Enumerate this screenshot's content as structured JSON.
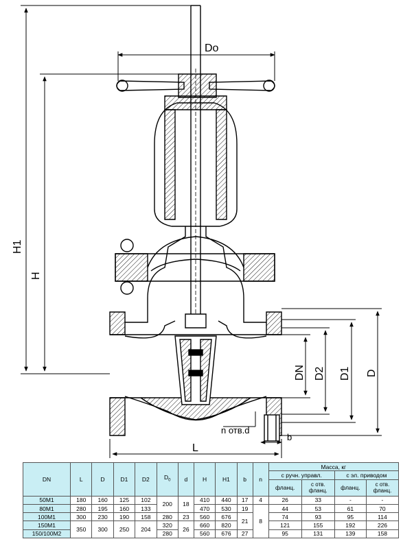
{
  "drawing": {
    "labels": {
      "do": "Do",
      "h1": "H1",
      "h": "H",
      "dn": "DN",
      "d2": "D2",
      "d1": "D1",
      "d": "D",
      "holes": "n отв.d",
      "b": "b",
      "l": "L"
    },
    "line_color": "#000000"
  },
  "table": {
    "headers": {
      "dn": "DN",
      "l": "L",
      "d": "D",
      "d1": "D1",
      "d2": "D2",
      "d0": "D",
      "d0_sub": "0",
      "small_d": "d",
      "h": "H",
      "h1": "H1",
      "b": "b",
      "n": "n",
      "mass": "Масса, кг",
      "manual": "с ручн. управл.",
      "electric": "с эл. приводом",
      "flanged_1": "фланц.",
      "counter_flanged_1": "с отв. фланц.",
      "flanged_2": "фланц.",
      "counter_flanged_2": "с отв. фланц."
    },
    "rows": [
      {
        "dn": "50М1",
        "l": "180",
        "d": "160",
        "d1": "125",
        "d2": "102",
        "h": "410",
        "h1": "440",
        "b": "17",
        "m1": "26",
        "m2": "33",
        "m3": "-",
        "m4": "-"
      },
      {
        "dn": "80М1",
        "l": "280",
        "d": "195",
        "d1": "160",
        "d2": "133",
        "h": "470",
        "h1": "530",
        "b": "19",
        "m1": "44",
        "m2": "53",
        "m3": "61",
        "m4": "70"
      },
      {
        "dn": "100М1",
        "l": "300",
        "d": "230",
        "d1": "190",
        "d2": "158",
        "h": "560",
        "h1": "676",
        "m1": "74",
        "m2": "93",
        "m3": "95",
        "m4": "114"
      },
      {
        "dn": "150М1",
        "h": "660",
        "h1": "820",
        "m1": "121",
        "m2": "155",
        "m3": "192",
        "m4": "226"
      },
      {
        "dn": "150/100М2",
        "h": "560",
        "h1": "676",
        "b": "27",
        "m1": "95",
        "m2": "131",
        "m3": "139",
        "m4": "158"
      }
    ],
    "merged": {
      "d0_a": "200",
      "small_d_a": "18",
      "small_d_b": "23",
      "n_a": "4",
      "n_b": "8",
      "b_c": "21",
      "l_c": "350",
      "d_c": "300",
      "d1_c": "250",
      "d2_c": "204",
      "d0_b": "280",
      "d0_c": "320",
      "d0_d": "280",
      "small_d_c": "26"
    },
    "colors": {
      "header_bg": "#c9eef4",
      "border": "#555555"
    }
  }
}
